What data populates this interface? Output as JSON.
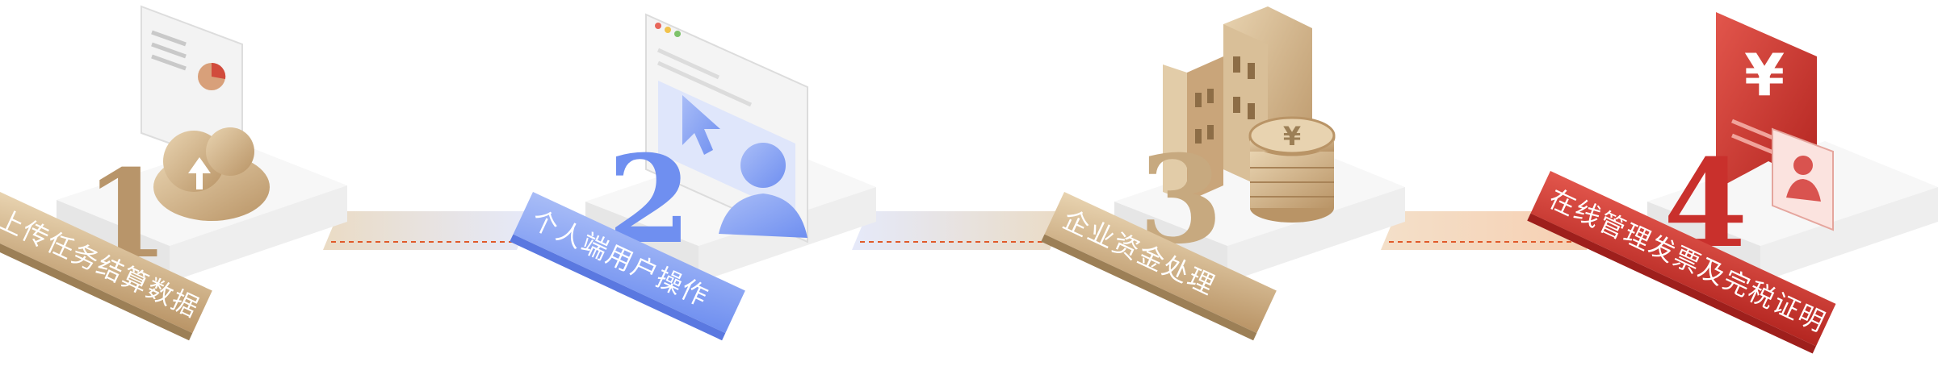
{
  "steps": [
    {
      "number": "1",
      "label": "上传任务结算数据",
      "accent": "#c7a97f",
      "accent_dark": "#9c7f56",
      "icon": "cloud-upload-icon"
    },
    {
      "number": "2",
      "label": "个人端用户操作",
      "accent": "#7f9cf0",
      "accent_dark": "#5a78e0",
      "icon": "browser-cursor-user-icon"
    },
    {
      "number": "3",
      "label": "企业资金处理",
      "accent": "#c7a97f",
      "accent_dark": "#9c7f56",
      "icon": "buildings-coins-icon"
    },
    {
      "number": "4",
      "label": "在线管理发票及完税证明",
      "accent": "#c9302c",
      "accent_dark": "#9e1f1c",
      "icon": "yuan-certificate-icon"
    }
  ],
  "colors": {
    "connector_line": "#e05a2a",
    "platform_top": "#f7f7f7",
    "platform_side": "#e6e6e6"
  }
}
